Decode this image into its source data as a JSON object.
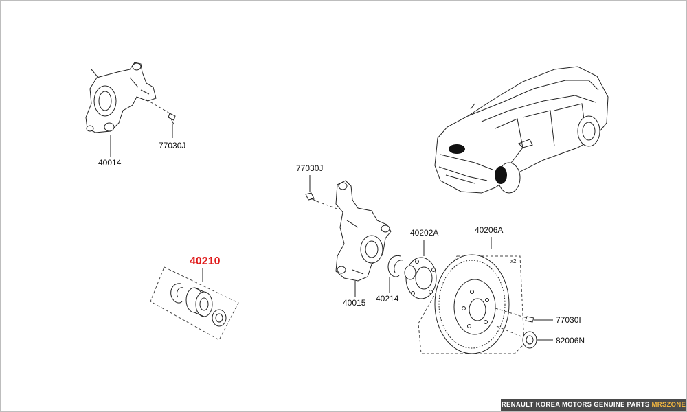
{
  "labels": {
    "p40014": "40014",
    "p77030j_a": "77030J",
    "p77030j_b": "77030J",
    "p40015": "40015",
    "p40214": "40214",
    "p40202a": "40202A",
    "p40206a": "40206A",
    "qty_x2": "x2",
    "p77030i": "77030I",
    "p82006n": "82006N",
    "p40210": "40210"
  },
  "colors": {
    "highlight": "#e01b1b",
    "footer_bg": "#4a4a4a",
    "footer_accent": "#f2b640"
  },
  "footer": {
    "text": "RENAULT KOREA MOTORS GENUINE PARTS",
    "accent": "MRSZONE"
  }
}
